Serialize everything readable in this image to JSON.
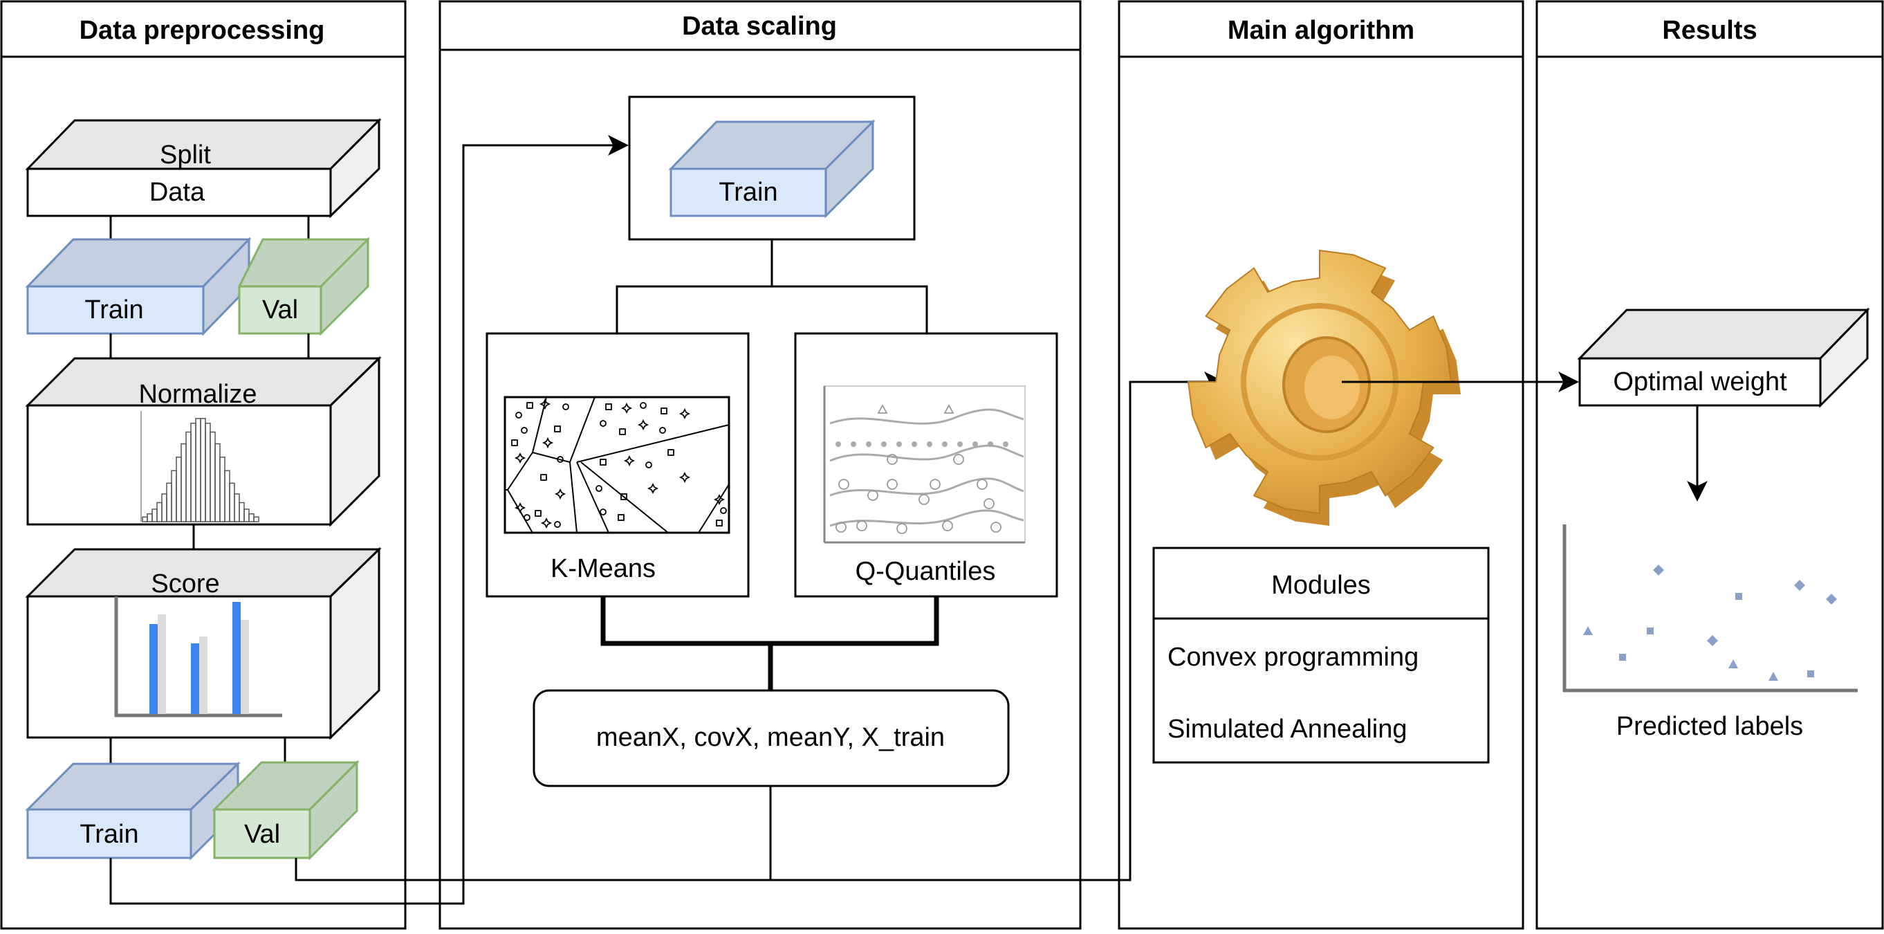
{
  "colors": {
    "train_front": "#dae8fc",
    "train_top": "#c4cfe0",
    "train_stroke": "#6c8ebf",
    "val_front": "#d5e8d4",
    "val_top": "#c0d3bf",
    "val_stroke": "#82b366",
    "box_top": "#e6e6e6",
    "box_side": "#f0f0f0",
    "bar_blue": "#3a86f0",
    "bar_gray": "#dcdcdc",
    "axis_gray": "#777777",
    "gear": "#e8b04a",
    "marker": "#8b9fcb"
  },
  "panels": {
    "preprocessing": {
      "title": "Data preprocessing",
      "split": {
        "top_label": "Split",
        "front_label": "Data"
      },
      "train_1": "Train",
      "val_1": "Val",
      "normalize_label": "Normalize",
      "score_label": "Score",
      "train_2": "Train",
      "val_2": "Val"
    },
    "scaling": {
      "title": "Data scaling",
      "train": "Train",
      "kmeans_label": "K-Means",
      "quantiles_label": "Q-Quantiles",
      "params": "meanX, covX, meanY, X_train"
    },
    "algorithm": {
      "title": "Main algorithm",
      "gear_icon": "gear-icon",
      "modules_header": "Modules",
      "modules": [
        "Convex programming",
        "Simulated Annealing"
      ]
    },
    "results": {
      "title": "Results",
      "optimal_weight": "Optimal weight",
      "predicted_labels": "Predicted labels"
    }
  }
}
